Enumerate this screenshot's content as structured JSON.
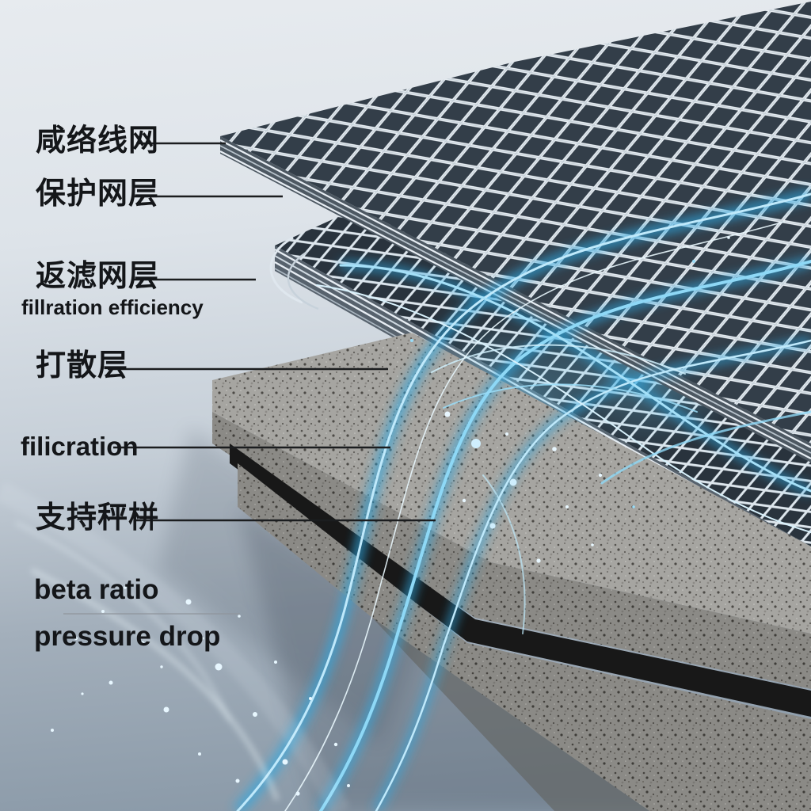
{
  "labels": {
    "layer1": {
      "text": "咸络线网"
    },
    "layer2": {
      "text": "保护网层"
    },
    "layer3": {
      "text": "返滤网层",
      "subtitle": "fillration efficiency"
    },
    "layer4": {
      "text": "打散层"
    },
    "layer5": {
      "text": "filicration"
    },
    "layer6": {
      "text": "支持秤栟"
    },
    "spec1": {
      "text": "beta ratio"
    },
    "spec2": {
      "text": "pressure drop"
    }
  },
  "colors": {
    "text": "#141619",
    "flow_accent": "#56c3f0",
    "mesh_wire": "#e9eff4",
    "mesh_cell": "#333e49",
    "slab_gray": "#a6a5a1",
    "background_top": "#e7ebef",
    "background_bottom": "#8595a4"
  }
}
